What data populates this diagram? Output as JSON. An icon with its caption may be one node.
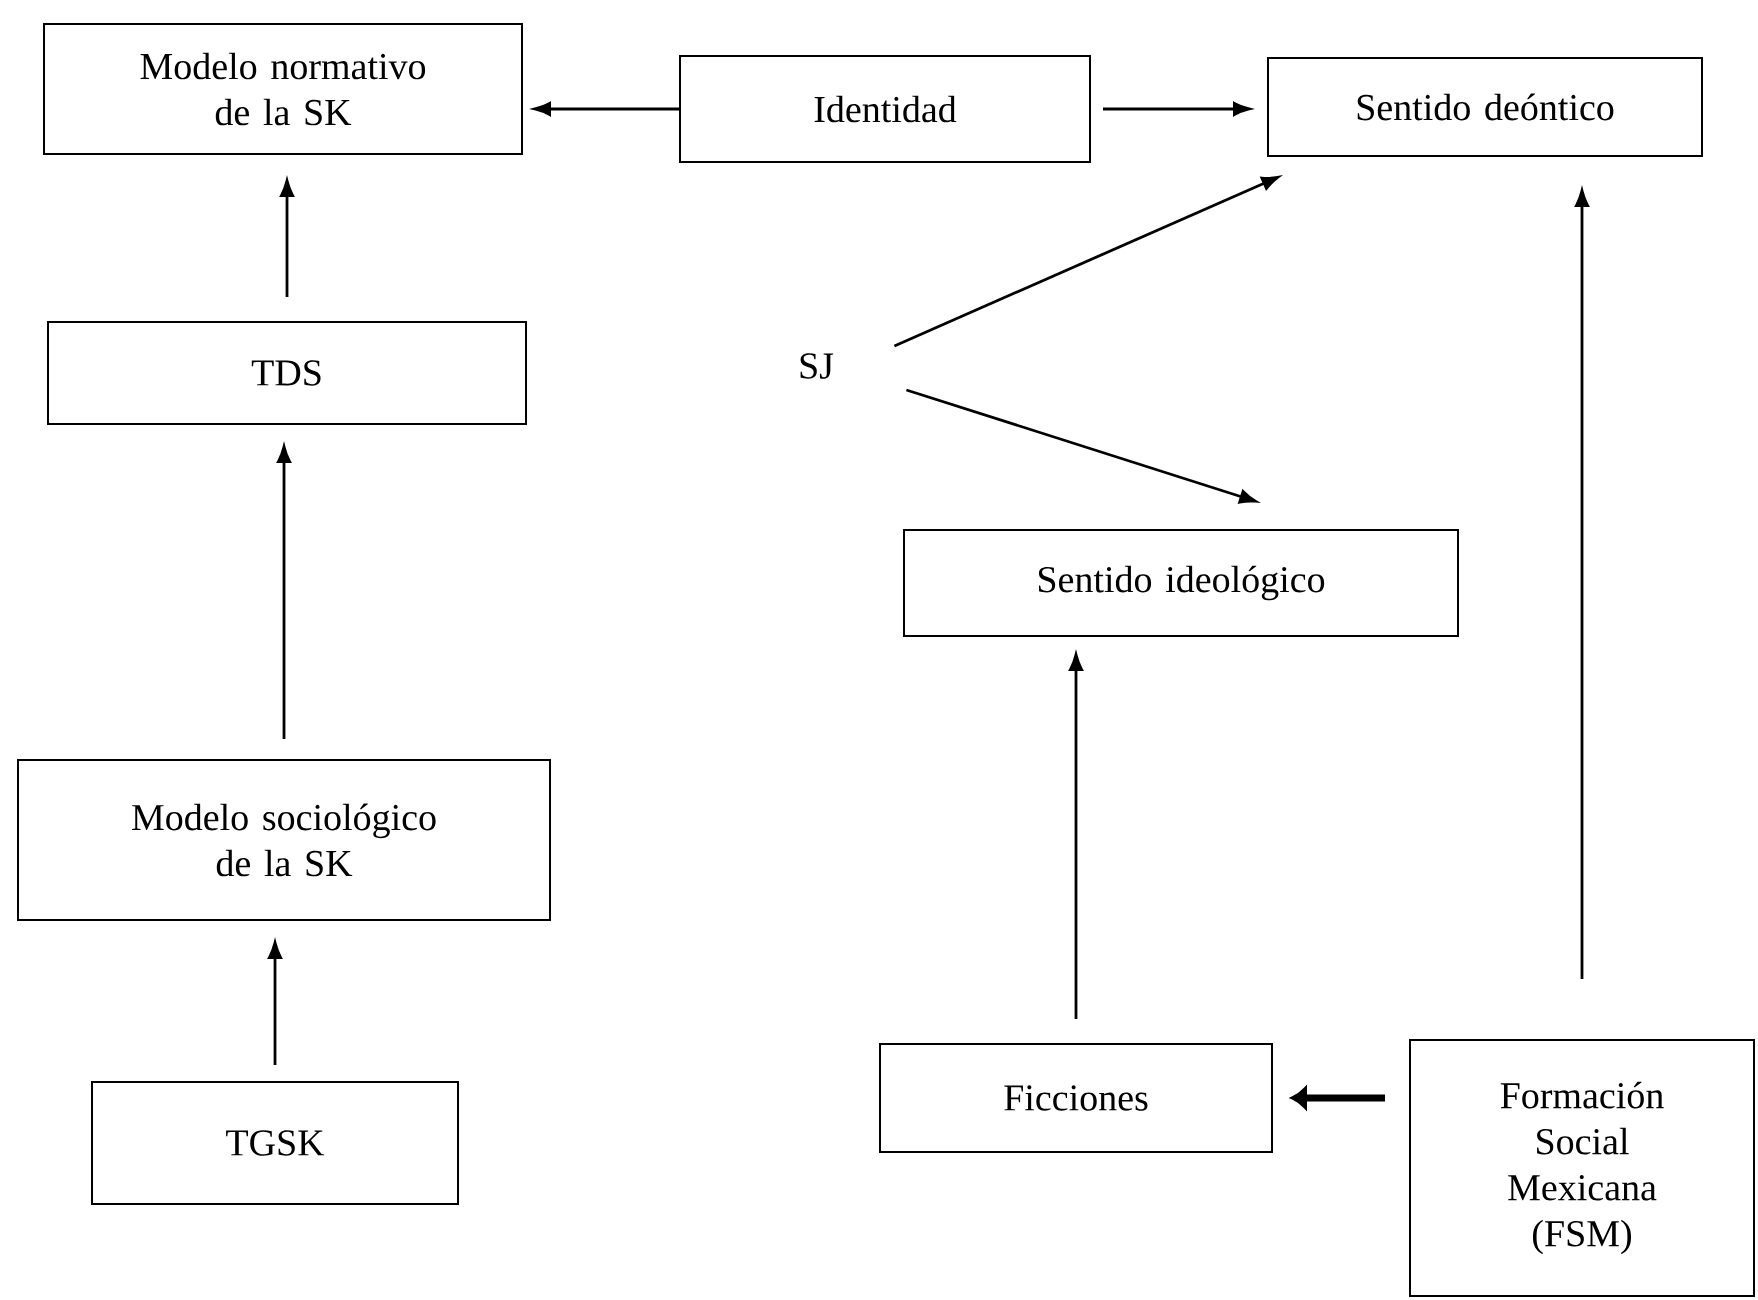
{
  "diagram": {
    "nodes": [
      {
        "text": [
          "Modelo normativo de la SK"
        ]
      },
      {
        "text": [
          "Identidad"
        ]
      },
      {
        "text": [
          "Sentido deóntico"
        ]
      },
      {
        "text": [
          "TDS"
        ]
      },
      {
        "text": [
          "SJ"
        ]
      },
      {
        "text": [
          "Sentido ideológico"
        ]
      },
      {
        "text": [
          "Modelo sociológico de la SK"
        ]
      },
      {
        "text": [
          "TGSK"
        ]
      },
      {
        "text": [
          "Ficciones"
        ]
      },
      {
        "text": [
          "Formación Social Mexicana (FSM)"
        ]
      }
    ],
    "edges": [
      {
        "from": 1,
        "to": 0,
        "arrow": "to"
      },
      {
        "from": 1,
        "to": 2,
        "arrow": "to"
      },
      {
        "from": 4,
        "to": 2,
        "arrow": "to"
      },
      {
        "from": 4,
        "to": 5,
        "arrow": "to"
      },
      {
        "from": 3,
        "to": 0,
        "arrow": "to"
      },
      {
        "from": 6,
        "to": 3,
        "arrow": "to"
      },
      {
        "from": 7,
        "to": 6,
        "arrow": "to"
      },
      {
        "from": 8,
        "to": 5,
        "arrow": "to"
      },
      {
        "from": 9,
        "to": 8,
        "arrow": "to",
        "style": "thick"
      },
      {
        "from": 9,
        "to": 2,
        "arrow": "to"
      }
    ]
  }
}
